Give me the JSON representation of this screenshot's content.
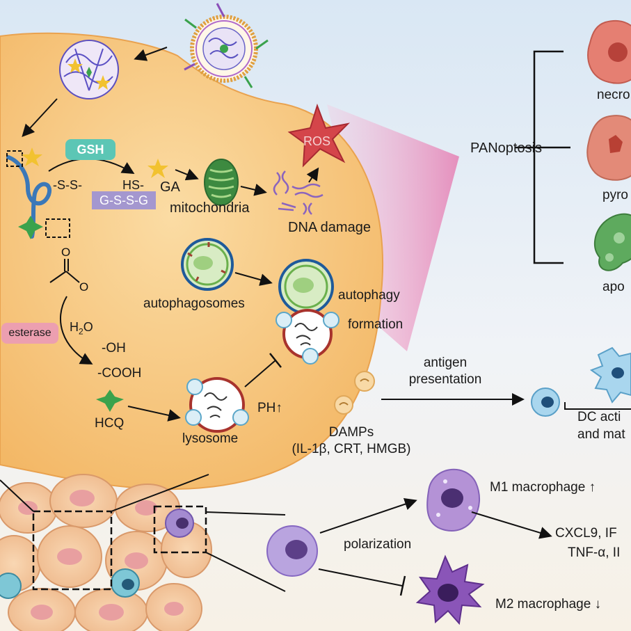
{
  "labels": {
    "gsh": "GSH",
    "ss": "-S-S-",
    "hs": "HS-",
    "gssg": "G-S-S-G",
    "ga": "GA",
    "mitochondria": "mitochondria",
    "ros": "ROS",
    "dna_damage": "DNA damage",
    "panoptosis": "PANoptosis",
    "necro": "necro",
    "pyro": "pyro",
    "apo": "apo",
    "autophagosomes": "autophagosomes",
    "autophagy": "autophagy",
    "formation": "formation",
    "esterase": "esterase",
    "h2o": "H",
    "h2o_sub": "2",
    "h2o_end": "O",
    "oh": "-OH",
    "cooh": "-COOH",
    "hcq": "HCQ",
    "lysosome": "lysosome",
    "ph": "PH↑",
    "antigen_line1": "antigen",
    "antigen_line2": "presentation",
    "damps_line1": "DAMPs",
    "damps_line2": "(IL-1β, CRT, HMGB)",
    "dc_line1": "DC acti",
    "dc_line2": "and mat",
    "m1": "M1 macrophage ↑",
    "polarization": "polarization",
    "m2": "M2 macrophage ↓",
    "cxcl9": "CXCL9, IF",
    "tnf": "TNF-α, II"
  },
  "colors": {
    "cell_fill": "#f7c77e",
    "gsh_fill": "#5cc6b5",
    "gssg_fill": "#a497cf",
    "esterase_fill": "#ec9fb0",
    "star_yellow": "#f2c230",
    "hcq_green": "#3aa24c",
    "ros_red": "#d4454a",
    "funnel_pink": "#e783b4"
  }
}
